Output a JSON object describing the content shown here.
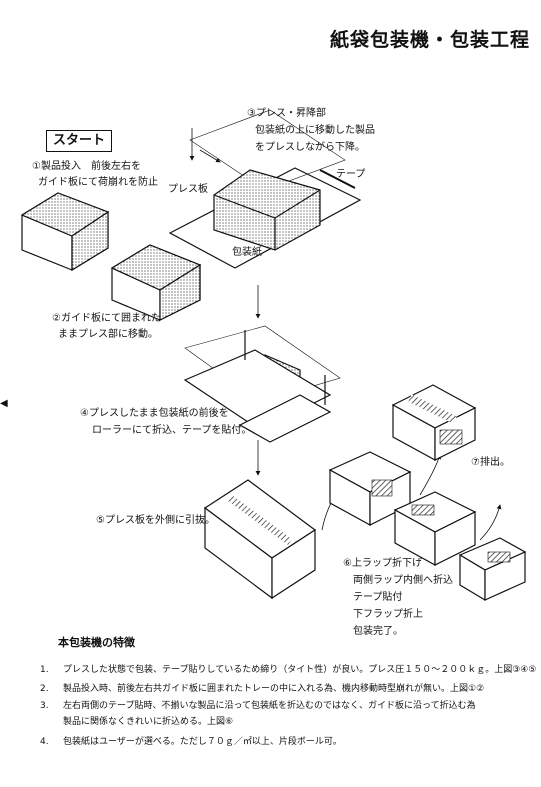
{
  "title": "紙袋包装機・包装工程",
  "start_label": "スタート",
  "step1": [
    "①製品投入　前後左右を",
    "ガイド板にて荷崩れを防止"
  ],
  "step2": [
    "②ガイド板にて囲まれた",
    "ままプレス部に移動。"
  ],
  "step3": [
    "③プレス・昇降部",
    "包装紙の上に移動した製品",
    "をプレスしながら下降。"
  ],
  "label_press_plate": "プレス板",
  "label_paper": "包装紙",
  "label_tape": "テープ",
  "step4": [
    "④プレスしたまま包装紙の前後を",
    "ローラーにて折込、テープを貼付。"
  ],
  "step5": "⑤プレス板を外側に引抜。",
  "step6": [
    "⑥上ラップ折下げ",
    "両側ラップ内側へ折込",
    "テープ貼付",
    "下フラップ折上",
    "包装完了。"
  ],
  "step7": "⑦排出。",
  "features": {
    "heading": "本包装機の特徴",
    "items": [
      {
        "num": "1.",
        "lines": [
          "プレスした状態で包装、テープ貼りしているため締り（タイト性）が良い。プレス圧１５０～２００ｋｇ。上図③④⑤"
        ]
      },
      {
        "num": "2.",
        "lines": [
          "製品投入時、前後左右共ガイド板に囲まれたトレーの中に入れる為、機内移動時型崩れが無い。上図①②"
        ]
      },
      {
        "num": "3.",
        "lines": [
          "左右両側のテープ貼時、不揃いな製品に沿って包装紙を折込むのではなく、ガイド板に沿って折込む為",
          "製品に関係なくきれいに折込める。上図⑥"
        ]
      },
      {
        "num": "4.",
        "lines": [
          "包装紙はユーザーが選べる。ただし７０ｇ／㎡以上、片段ボール可。"
        ]
      }
    ]
  }
}
